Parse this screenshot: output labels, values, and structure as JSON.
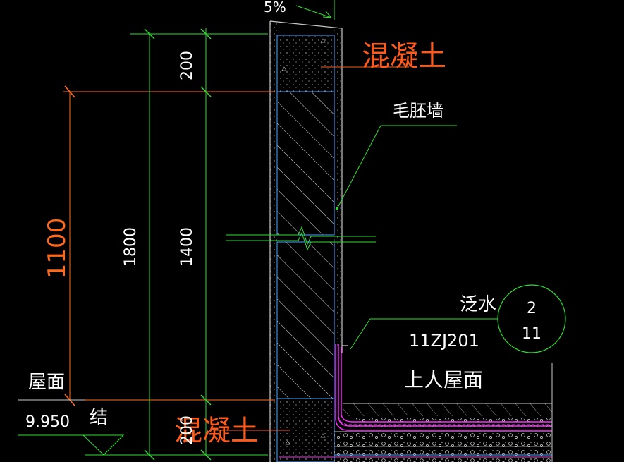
{
  "colors": {
    "background": "#000000",
    "dimension": "#2ee02e",
    "dimension_orange": "#ff6a1a",
    "text": "#ffffff",
    "concrete_label": "#ff5a1a",
    "wall": "#c8c8c8",
    "hatch": "#e8e8e8",
    "block_edge": "#4aa8ff",
    "waterproof": "#ff30ff",
    "leader": "#2ee02e"
  },
  "labels": {
    "slope": "5%",
    "concrete_top": "混凝土",
    "concrete_bottom": "混凝土",
    "masonry_wall": "毛胚墙",
    "flashing": "泛水",
    "detail_number": "2",
    "detail_sheet": "11",
    "atlas_code": "11ZJ201",
    "roof_type": "上人屋面",
    "roof_level_label": "屋面",
    "roof_elevation": "9.950",
    "structure_label": "结"
  },
  "dimensions": {
    "parapet_total": "1100",
    "inner_total": "1800",
    "wall_mid": "1400",
    "cap_height": "200",
    "base_height": "200"
  }
}
